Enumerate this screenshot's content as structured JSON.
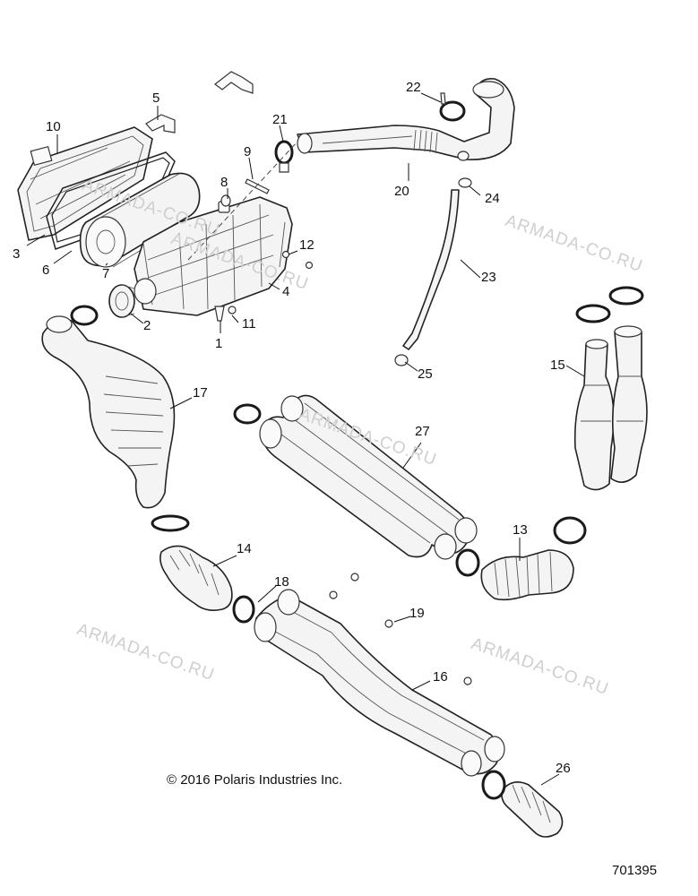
{
  "watermarks": [
    "ARMADA-CO.RU",
    "ARMADA-CO.RU",
    "ARMADA-CO.RU",
    "ARMADA-CO.RU",
    "ARMADA-CO.RU",
    "ARMADA-CO.RU"
  ],
  "callouts": {
    "c1": "1",
    "c2": "2",
    "c3": "3",
    "c4": "4",
    "c5": "5",
    "c6": "6",
    "c7": "7",
    "c8": "8",
    "c9": "9",
    "c10": "10",
    "c11": "11",
    "c12": "12",
    "c13": "13",
    "c14": "14",
    "c15": "15",
    "c16": "16",
    "c17": "17",
    "c18": "18",
    "c19": "19",
    "c20": "20",
    "c21": "21",
    "c22": "22",
    "c23": "23",
    "c24": "24",
    "c25": "25",
    "c26": "26",
    "c27": "27"
  },
  "copyright": "© 2016 Polaris Industries Inc.",
  "document_number": "701395"
}
